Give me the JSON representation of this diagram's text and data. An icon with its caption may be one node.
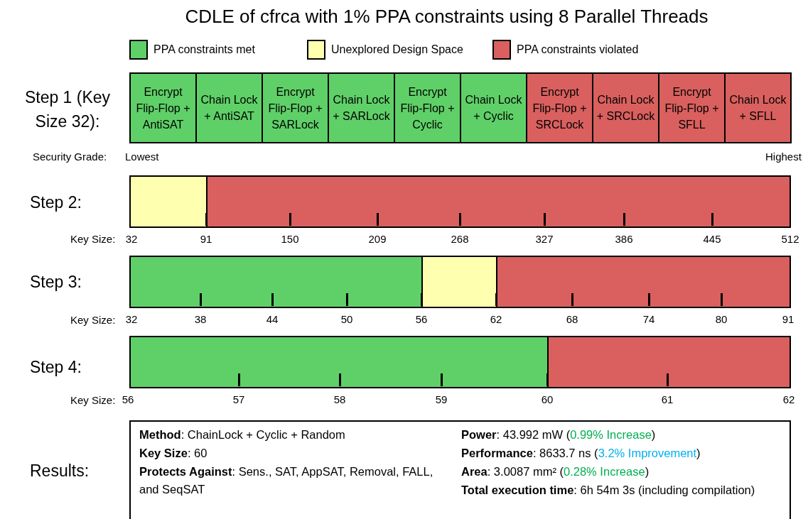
{
  "diagram": {
    "title": "CDLE of cfrca with 1% PPA constraints using 8 Parallel Threads",
    "nodes": [
      {
        "text": [
          "Encrypt Flip-Flop + AntiSAT"
        ]
      },
      {
        "text": [
          "Chain Lock + AntiSAT"
        ]
      },
      {
        "text": [
          "Encrypt Flip-Flop + SARLock"
        ]
      },
      {
        "text": [
          "Chain Lock + SARLock"
        ]
      },
      {
        "text": [
          "Encrypt Flip-Flop + Cyclic"
        ]
      },
      {
        "text": [
          "Chain Lock + Cyclic"
        ]
      },
      {
        "text": [
          "Encrypt Flip-Flop + SRCLock"
        ]
      },
      {
        "text": [
          "Chain Lock + SRCLock"
        ]
      },
      {
        "text": [
          "Encrypt Flip-Flop + SFLL"
        ]
      },
      {
        "text": [
          "Chain Lock + SFLL"
        ]
      },
      {
        "text": [],
        "shape": "bar"
      },
      {
        "text": [],
        "shape": "bar"
      },
      {
        "text": [],
        "shape": "bar"
      },
      {
        "text": [],
        "shape": "bar"
      },
      {
        "text": [],
        "shape": "bar"
      },
      {
        "text": [],
        "shape": "bar"
      },
      {
        "text": [],
        "shape": "bar"
      },
      {
        "text": [
          "**Method**: ChainLock + Cyclic + Random",
          "**Key Size**: 60",
          "**Protects Against**: Sens., SAT, AppSAT, Removal, FALL, and SeqSAT",
          "**Power**: 43.992 mW (0.99% Increase)",
          "**Performance**: 8633.7 ns (3.2% Improvement)",
          "**Area**: 3.0087 mm² (0.28% Increase)",
          "**Total execution time**: 6h 54m 3s (including compilation)"
        ]
      }
    ],
    "edges": [],
    "labels": [
      "Step 1 (Key Size 32):",
      "Security Grade:",
      "Lowest",
      "Highest",
      "Step 2:",
      "Key Size:",
      "32",
      "91",
      "150",
      "209",
      "268",
      "327",
      "386",
      "445",
      "512",
      "Step 3:",
      "Key Size:",
      "32",
      "38",
      "44",
      "50",
      "56",
      "62",
      "68",
      "74",
      "80",
      "91",
      "Step 4:",
      "Key Size:",
      "56",
      "57",
      "58",
      "59",
      "60",
      "61",
      "62",
      "Results:"
    ],
    "legend": [
      {
        "text": "PPA constraints met",
        "color": "#5fd068"
      },
      {
        "text": "Unexplored Design Space",
        "color": "#ffffb0"
      },
      {
        "text": "PPA constraints violated",
        "color": "#d9605e"
      }
    ]
  }
}
